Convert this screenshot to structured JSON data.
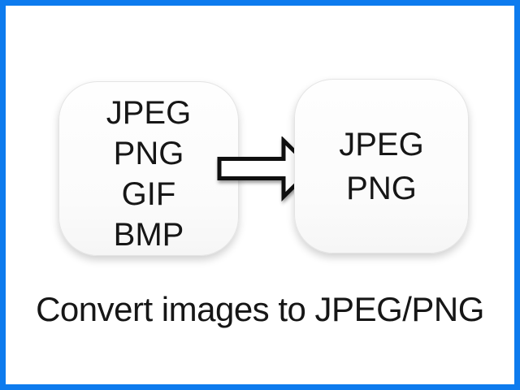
{
  "colors": {
    "accent_blue": "#0d7bee",
    "text": "#161616",
    "card_background": "#fbfbfb",
    "card_border": "#e4e4e4"
  },
  "cards": {
    "source": {
      "formats": [
        "JPEG",
        "PNG",
        "GIF",
        "BMP"
      ]
    },
    "target": {
      "formats": [
        "JPEG",
        "PNG"
      ]
    }
  },
  "arrow": {
    "icon": "right-arrow"
  },
  "caption": {
    "text": "Convert images to JPEG/PNG"
  }
}
